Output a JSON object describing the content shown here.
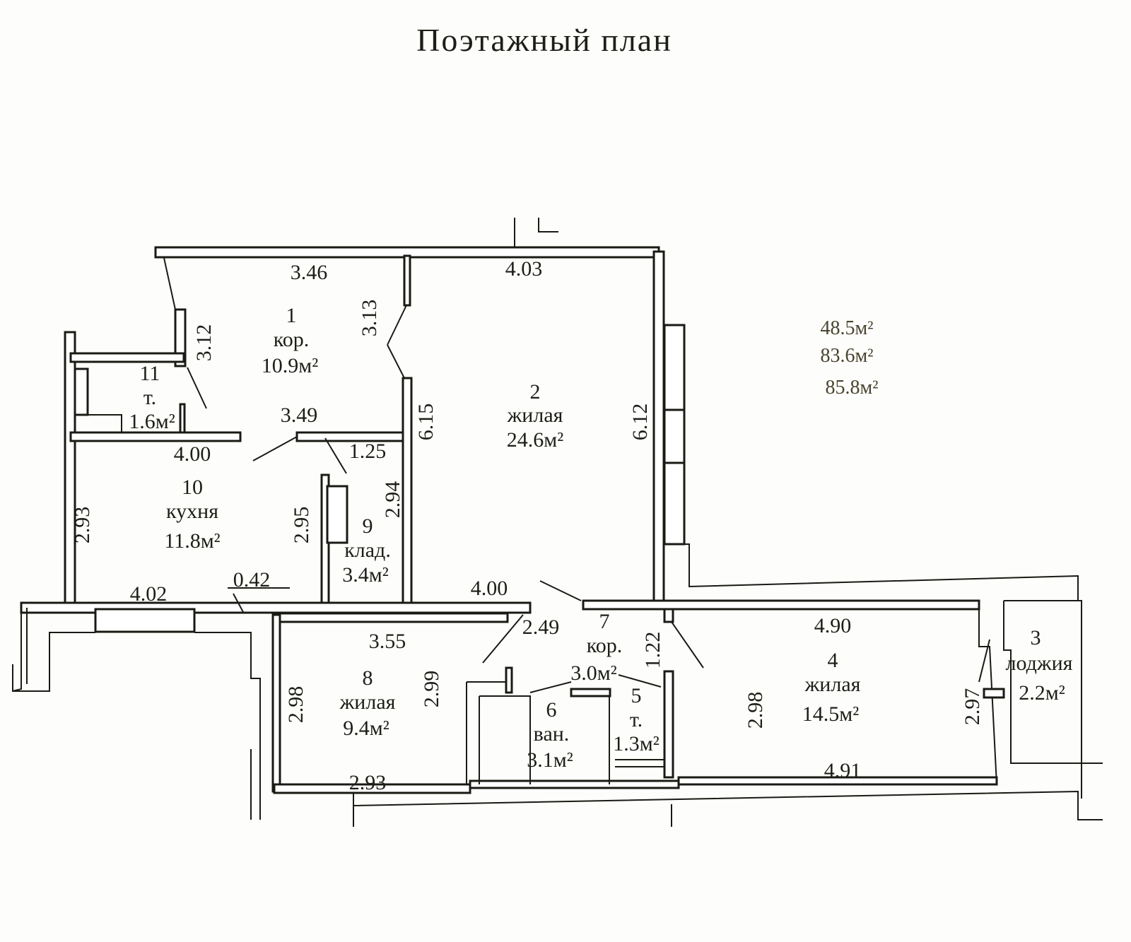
{
  "title": "Поэтажный план",
  "summary": [
    "48.5м²",
    "83.6м²",
    "85.8м²"
  ],
  "rooms": [
    {
      "num": "1",
      "name": "кор.",
      "area": "10.9м²"
    },
    {
      "num": "2",
      "name": "жилая",
      "area": "24.6м²"
    },
    {
      "num": "3",
      "name": "лоджия",
      "area": "2.2м²"
    },
    {
      "num": "4",
      "name": "жилая",
      "area": "14.5м²"
    },
    {
      "num": "5",
      "name": "т.",
      "area": "1.3м²"
    },
    {
      "num": "6",
      "name": "ван.",
      "area": "3.1м²"
    },
    {
      "num": "7",
      "name": "кор.",
      "area": "3.0м²"
    },
    {
      "num": "8",
      "name": "жилая",
      "area": "9.4м²"
    },
    {
      "num": "9",
      "name": "клад.",
      "area": "3.4м²"
    },
    {
      "num": "10",
      "name": "кухня",
      "area": "11.8м²"
    },
    {
      "num": "11",
      "name": "т.",
      "area": "1.6м²"
    }
  ],
  "dims": {
    "d346": "3.46",
    "d403": "4.03",
    "d312": "3.12",
    "d313": "3.13",
    "d349": "3.49",
    "d400a": "4.00",
    "d125": "1.25",
    "d615": "6.15",
    "d612": "6.12",
    "d293a": "2.93",
    "d295": "2.95",
    "d294": "2.94",
    "d402": "4.02",
    "d042": "0.42",
    "d400b": "4.00",
    "d355": "3.55",
    "d249": "2.49",
    "d122": "1.22",
    "d490": "4.90",
    "d298a": "2.98",
    "d299": "2.99",
    "d298b": "2.98",
    "d297": "2.97",
    "d293b": "2.93",
    "d491": "4.91"
  }
}
